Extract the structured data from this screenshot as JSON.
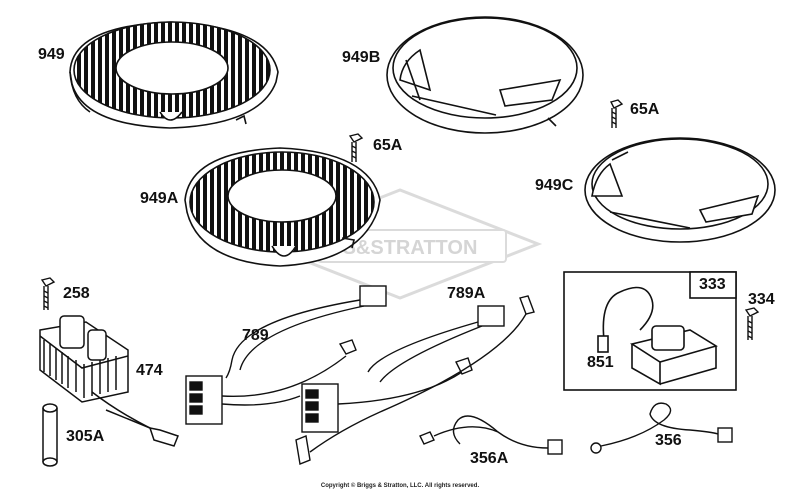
{
  "labels": {
    "p949": "949",
    "p949b": "949B",
    "p65a_top": "65A",
    "p65a_mid": "65A",
    "p949a": "949A",
    "p949c": "949C",
    "p258": "258",
    "p474": "474",
    "p305a": "305A",
    "p789": "789",
    "p789a": "789A",
    "p356a": "356A",
    "p333": "333",
    "p334": "334",
    "p851": "851",
    "p356": "356"
  },
  "watermark": "S&STRATTON",
  "copyright": "Copyright © Briggs & Stratton, LLC. All rights reserved."
}
